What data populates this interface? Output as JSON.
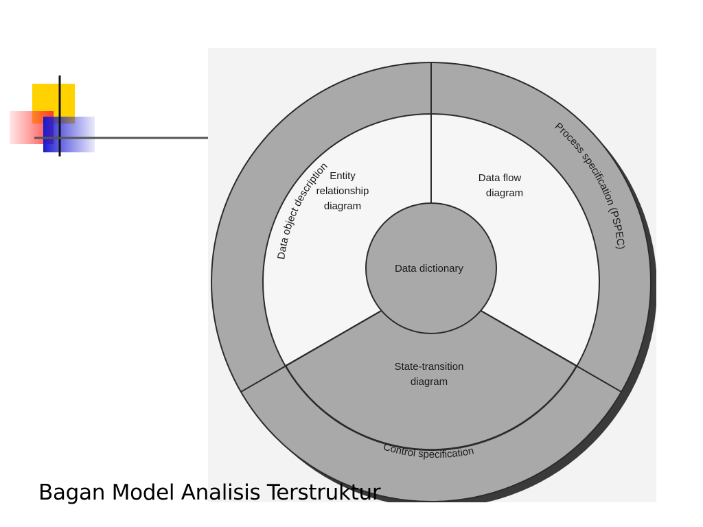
{
  "caption": "Bagan Model Analisis Terstruktur",
  "diagram": {
    "center": "Data dictionary",
    "inner_regions": {
      "entity_relationship": [
        "Entity",
        "relationship",
        "diagram"
      ],
      "data_flow": [
        "Data flow",
        "diagram"
      ],
      "state_transition": [
        "State-transition",
        "diagram"
      ]
    },
    "outer_ring": {
      "data_object_description": "Data object description",
      "process_specification": "Process specification (PSPEC)",
      "control_specification": "Control specification"
    }
  },
  "colors": {
    "ring_fill": "#a9a9a9",
    "inner_fill": "#f6f6f6",
    "center_fill": "#a9a9a9",
    "outline": "#2b2b2b",
    "shadow": "#3a3a3a",
    "deco_yellow": "#ffd200",
    "deco_red": "#ff4a4a",
    "deco_blue": "#2a2ad8"
  }
}
